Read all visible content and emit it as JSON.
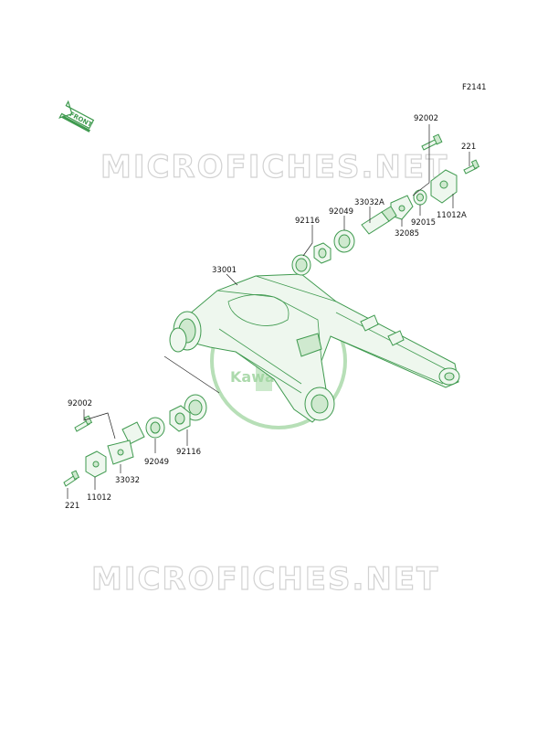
{
  "figure_code": "F2141",
  "front_label": "FRONT",
  "watermarks": [
    "MICROFICHES.NET",
    "MICROFICHES.NET"
  ],
  "logo_text": "Kawasaki",
  "colors": {
    "line": "#3f9a4f",
    "fill": "#eef7ee",
    "watermark": "#d2d2d2",
    "logo": "#9fd49f"
  },
  "parts": [
    {
      "number": "92002"
    },
    {
      "number": "221"
    },
    {
      "number": "33032A"
    },
    {
      "number": "92049"
    },
    {
      "number": "92116"
    },
    {
      "number": "92015"
    },
    {
      "number": "11012A"
    },
    {
      "number": "32085"
    },
    {
      "number": "33001"
    },
    {
      "number": "92002"
    },
    {
      "number": "92116"
    },
    {
      "number": "92049"
    },
    {
      "number": "33032"
    },
    {
      "number": "11012"
    },
    {
      "number": "221"
    }
  ]
}
